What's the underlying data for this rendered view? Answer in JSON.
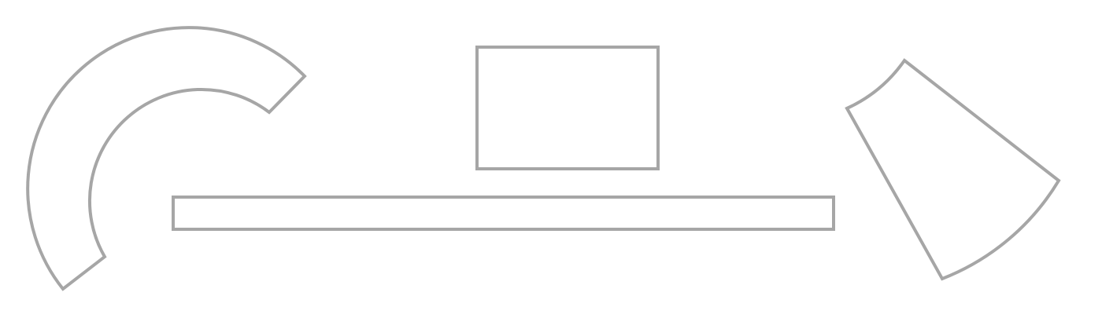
{
  "colors": {
    "background": "#ffffff",
    "stroke": "#a6a6a6"
  },
  "shapes": [
    {
      "kind": "annular-arc",
      "name": "arc-shape"
    },
    {
      "kind": "rectangle",
      "name": "box-shape"
    },
    {
      "kind": "bar",
      "name": "long-bar-shape"
    },
    {
      "kind": "annular-sector",
      "name": "sector-shape"
    }
  ]
}
